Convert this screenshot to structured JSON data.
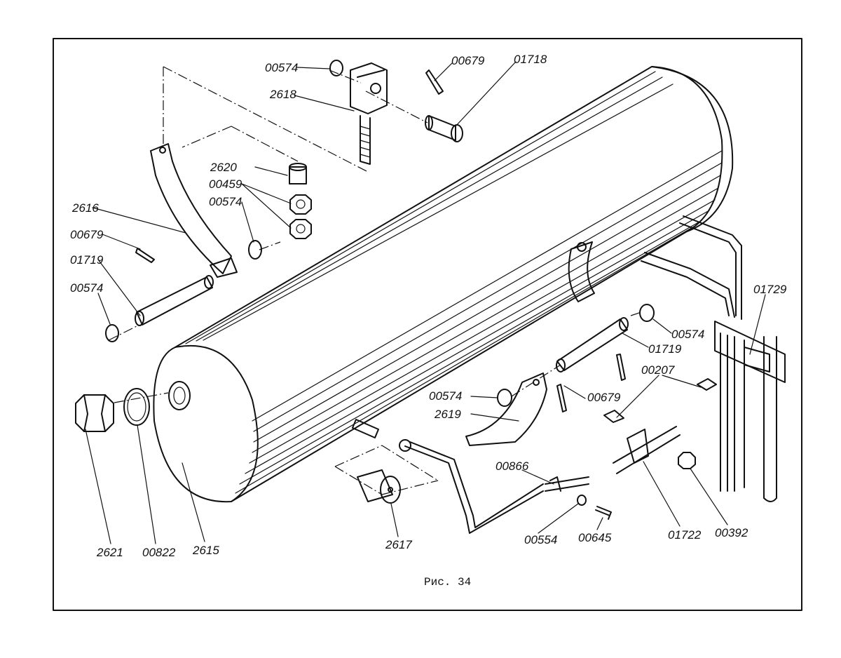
{
  "figure": {
    "caption": "Рис. 34"
  },
  "labels": {
    "l00574_top": "00574",
    "l2618": "2618",
    "l00679_top": "00679",
    "l01718": "01718",
    "l2620": "2620",
    "l00459": "00459",
    "l00574_mid": "00574",
    "l2616": "2616",
    "l00679_left": "00679",
    "l01719_left": "01719",
    "l00574_left": "00574",
    "l01729": "01729",
    "l00574_right": "00574",
    "l01719_right": "01719",
    "l00207": "00207",
    "l00574_bottom": "00574",
    "l2619": "2619",
    "l00679_bottom": "00679",
    "l00866": "00866",
    "l2621": "2621",
    "l00822": "00822",
    "l2615": "2615",
    "l2617": "2617",
    "l00554": "00554",
    "l00645": "00645",
    "l01722": "01722",
    "l00392": "00392"
  }
}
